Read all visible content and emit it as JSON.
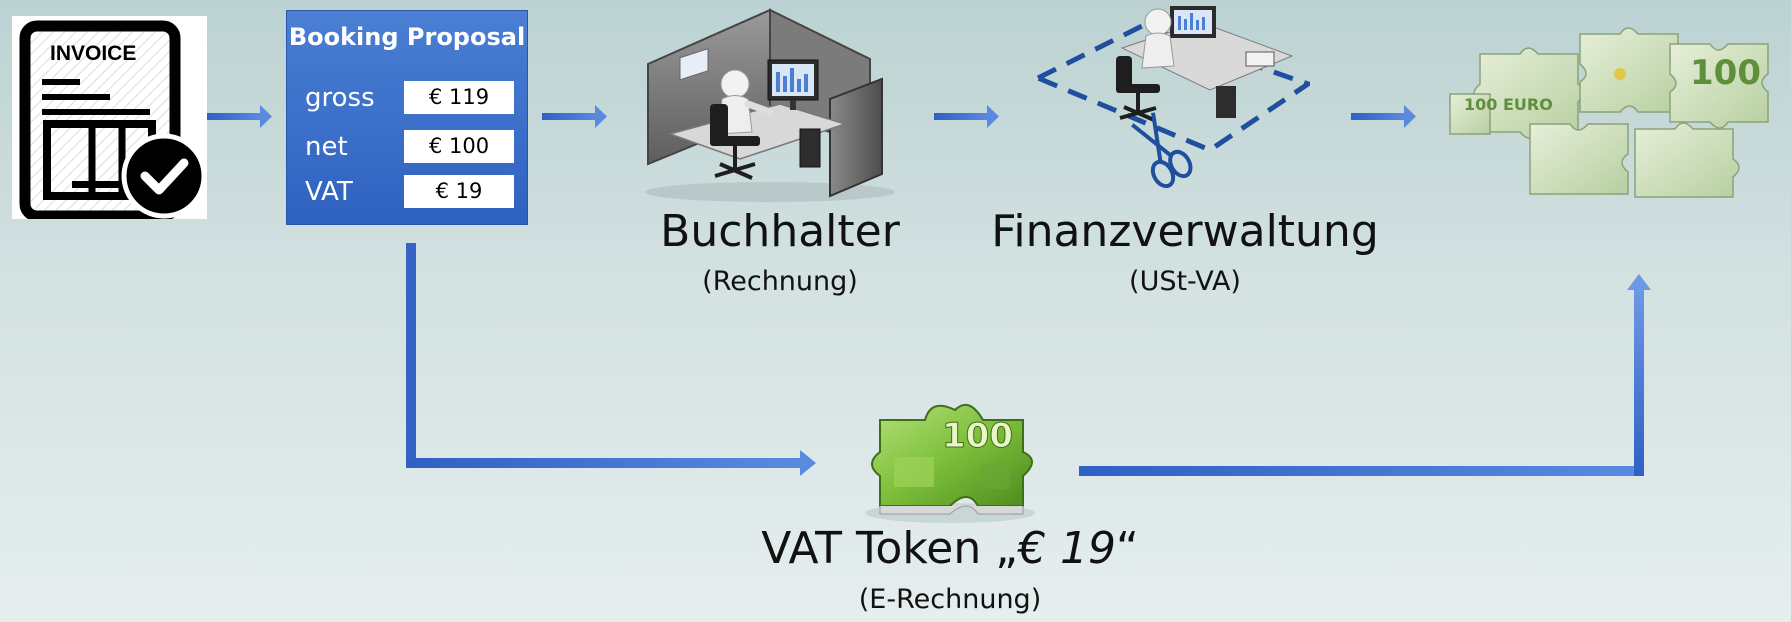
{
  "invoice": {
    "label": "INVOICE",
    "icon": "invoice-check-icon"
  },
  "booking_proposal": {
    "title": "Booking Proposal",
    "rows": [
      {
        "label": "gross",
        "value": "€ 119"
      },
      {
        "label": "net",
        "value": "€ 100"
      },
      {
        "label": "VAT",
        "value": "€ 19"
      }
    ]
  },
  "accountant": {
    "title": "Buchhalter",
    "subtitle": "(Rechnung)",
    "icon": "accountant-cubicle-icon"
  },
  "tax_office": {
    "title": "Finanzverwaltung",
    "subtitle": "(USt-VA)",
    "icon": "tax-office-desk-cutout-icon"
  },
  "puzzle": {
    "icon": "euro-banknote-puzzle-icon"
  },
  "vat_token": {
    "title_prefix": "VAT Token „",
    "title_value": "€ 19",
    "title_suffix": "“",
    "subtitle": "(E-Rechnung)",
    "icon": "euro-puzzle-piece-icon"
  },
  "colors": {
    "arrow": "#3a6bd0",
    "booking_bg": "#3a6fcb",
    "dashed_box": "#1f4f9e",
    "money_green": "#7cbf3a"
  }
}
